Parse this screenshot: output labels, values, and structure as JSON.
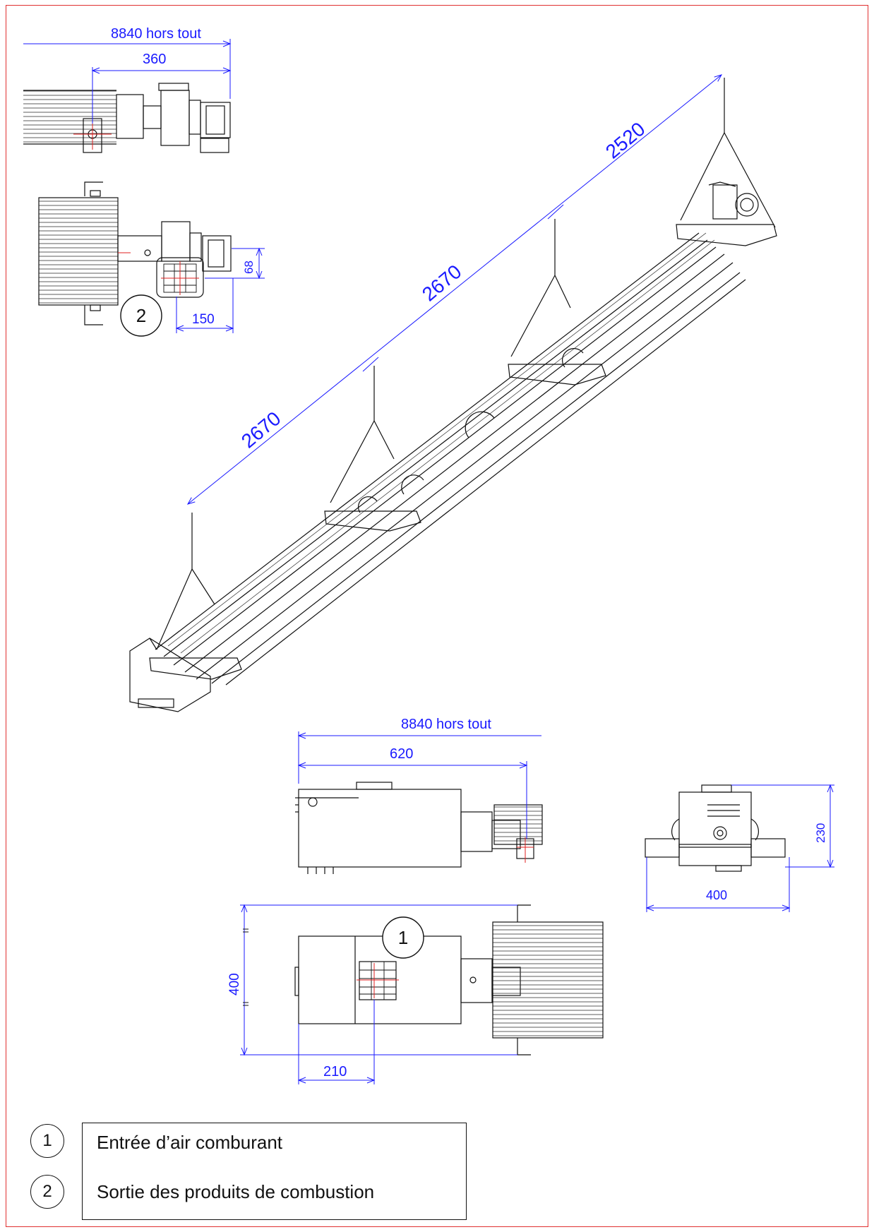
{
  "colors": {
    "frame": "#e03030",
    "dimension": "#1a1aff",
    "line": "#111111",
    "center_mark": "#e02020"
  },
  "top_view": {
    "overall_label": "8840 hors tout",
    "dim_360": "360"
  },
  "rear_view": {
    "dim_68": "68",
    "dim_150": "150",
    "marker": "2"
  },
  "iso_view": {
    "spans": [
      "2670",
      "2670",
      "2520"
    ]
  },
  "side_view": {
    "overall_label": "8840 hors tout",
    "dim_620": "620"
  },
  "end_view": {
    "dim_230": "230",
    "dim_400": "400"
  },
  "plan_view": {
    "dim_400": "400",
    "dim_210": "210",
    "marker": "1"
  },
  "legend": {
    "items": [
      {
        "number": "1",
        "label": "Entrée d’air comburant"
      },
      {
        "number": "2",
        "label": "Sortie des produits de combustion"
      }
    ]
  }
}
